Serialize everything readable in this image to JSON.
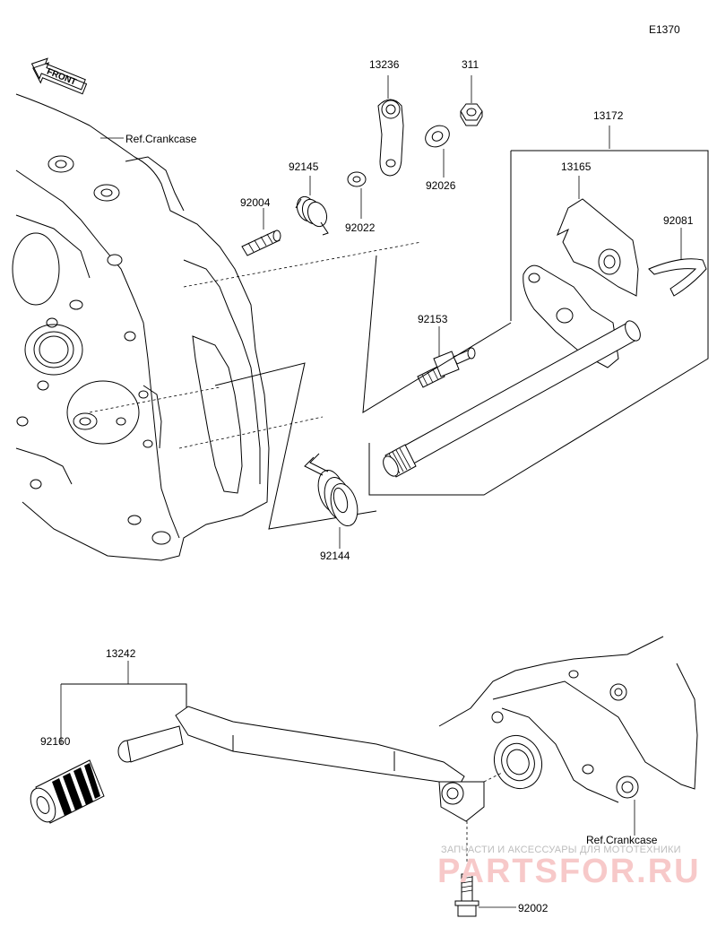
{
  "diagram_code": "E1370",
  "front_label": "FRONT",
  "refs": {
    "crankcase_top": "Ref.Crankcase",
    "crankcase_bottom": "Ref.Crankcase"
  },
  "parts": {
    "p13236": "13236",
    "p311": "311",
    "p13172": "13172",
    "p92145": "92145",
    "p13165": "13165",
    "p92004": "92004",
    "p92022": "92022",
    "p92026": "92026",
    "p92081": "92081",
    "p92153": "92153",
    "p92144": "92144",
    "p13242": "13242",
    "p92160": "92160",
    "p92002": "92002"
  },
  "watermark": {
    "line1": "ЗАПЧАСТИ И АКСЕССУАРЫ ДЛЯ МОТОТЕХНИКИ",
    "line2": "PARTSFOR.RU"
  }
}
